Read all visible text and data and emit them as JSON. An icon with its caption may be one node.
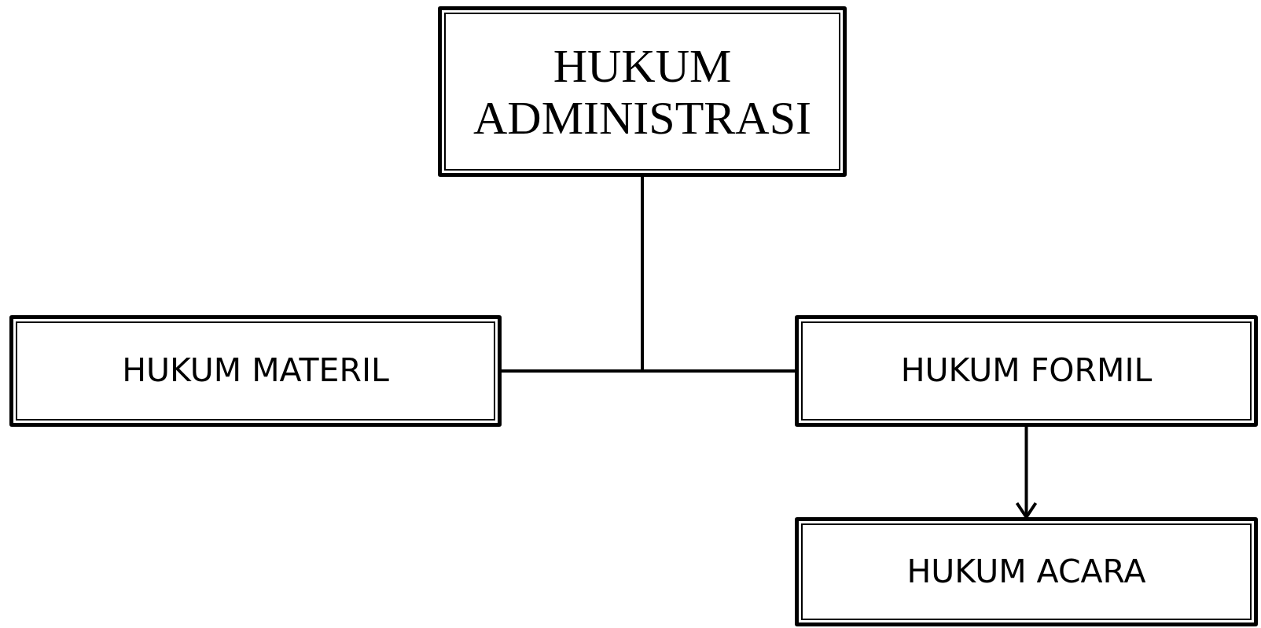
{
  "diagram": {
    "nodes": [
      {
        "text": [
          "HUKUM ADMINISTRASI"
        ]
      },
      {
        "text": [
          "HUKUM MATERIL"
        ]
      },
      {
        "text": [
          "HUKUM FORMIL"
        ]
      },
      {
        "text": [
          "HUKUM ACARA"
        ]
      }
    ],
    "edges": [
      {
        "from": 0,
        "to": 1,
        "arrow": "none"
      },
      {
        "from": 0,
        "to": 2,
        "arrow": "none"
      },
      {
        "from": 2,
        "to": 3,
        "arrow": "to"
      }
    ]
  }
}
